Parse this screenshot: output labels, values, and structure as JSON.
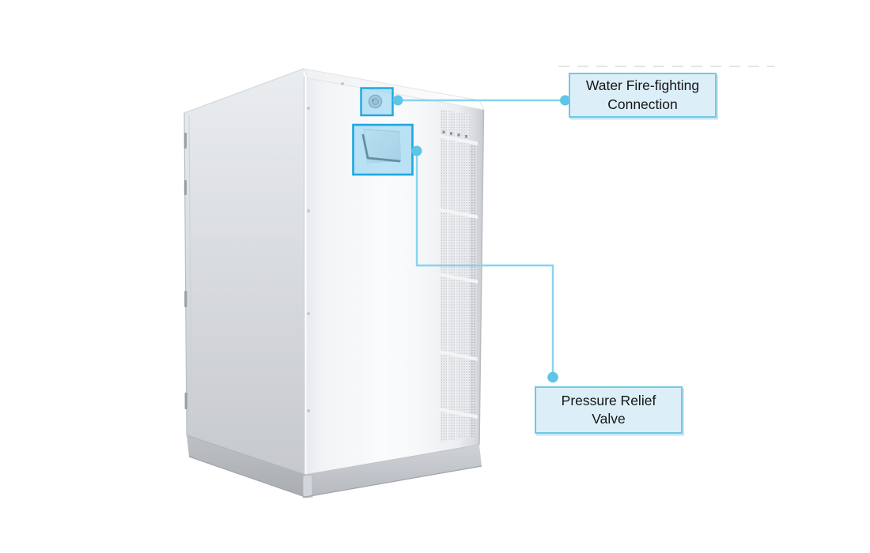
{
  "page": {
    "background": "#ffffff",
    "description": "Product callout diagram of a white equipment cabinet with a perforated side ventilation grille"
  },
  "colors": {
    "highlight_box_border": "#1ea7e0",
    "highlight_box_fill": "rgba(98,194,235,0.42)",
    "leader_line": "#86d4ee",
    "anchor_dot": "#5ec5e7",
    "label_box_fill": "#dceef8",
    "label_box_border": "#72c8e5",
    "label_text": "#151515",
    "cabinet_body": "#e9ecef",
    "cabinet_base": "#b6bac0"
  },
  "callouts": [
    {
      "id": "water-fire-fighting-connection",
      "label": "Water Fire-fighting Connection",
      "line1": "Water Fire-fighting",
      "line2": "Connection"
    },
    {
      "id": "pressure-relief-valve",
      "label": "Pressure Relief Valve",
      "line1": "Pressure Relief",
      "line2": "Valve"
    }
  ]
}
